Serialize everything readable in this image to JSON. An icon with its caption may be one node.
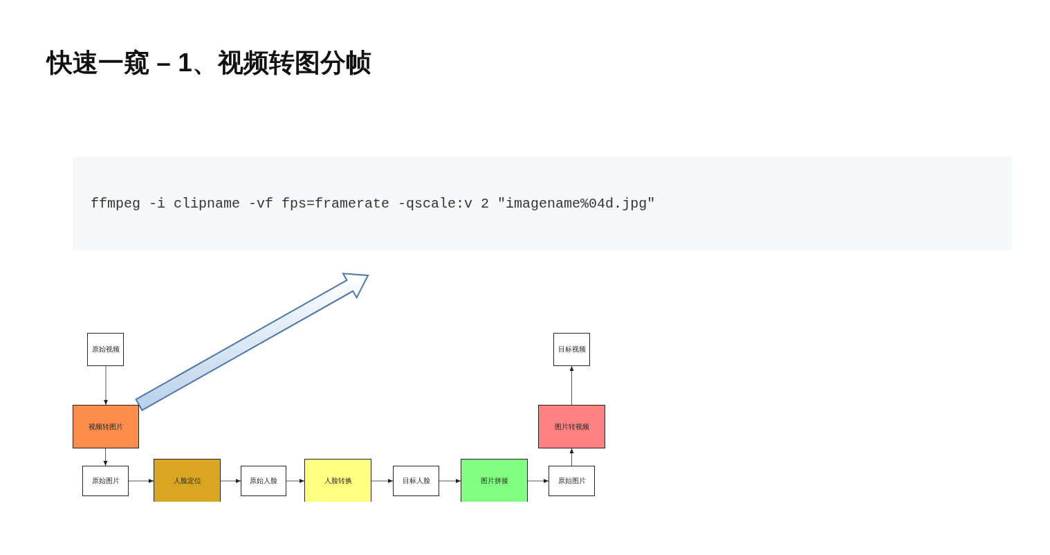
{
  "diagram": {
    "title": "快速一窥 – 1、视频转图分帧",
    "nodes": [
      {
        "text": [
          "原始视频"
        ]
      },
      {
        "text": [
          "视频转图片"
        ]
      },
      {
        "text": [
          "原始图片"
        ]
      },
      {
        "text": [
          "人脸定位"
        ]
      },
      {
        "text": [
          "原始人脸"
        ]
      },
      {
        "text": [
          "人脸转换"
        ]
      },
      {
        "text": [
          "目标人脸"
        ]
      },
      {
        "text": [
          "图片拼接"
        ]
      },
      {
        "text": [
          "原始图片"
        ]
      },
      {
        "text": [
          "图片转视频"
        ]
      },
      {
        "text": [
          "目标视频"
        ]
      },
      {
        "text": [
          "ffmpeg -i clipname -vf fps=framerate -qscale:v 2 \"imagename%04d.jpg\""
        ]
      }
    ],
    "edges": [
      {
        "from": 0,
        "to": 1,
        "arrow": "to"
      },
      {
        "from": 1,
        "to": 2,
        "arrow": "to"
      },
      {
        "from": 2,
        "to": 3,
        "arrow": "to"
      },
      {
        "from": 3,
        "to": 4,
        "arrow": "to"
      },
      {
        "from": 4,
        "to": 5,
        "arrow": "to"
      },
      {
        "from": 5,
        "to": 6,
        "arrow": "to"
      },
      {
        "from": 6,
        "to": 7,
        "arrow": "to"
      },
      {
        "from": 7,
        "to": 8,
        "arrow": "to"
      },
      {
        "from": 8,
        "to": 9,
        "arrow": "to"
      },
      {
        "from": 9,
        "to": 10,
        "arrow": "to"
      },
      {
        "from": 1,
        "to": 11,
        "arrow": "to",
        "style": "thick",
        "color": "#4a76a8"
      }
    ]
  }
}
